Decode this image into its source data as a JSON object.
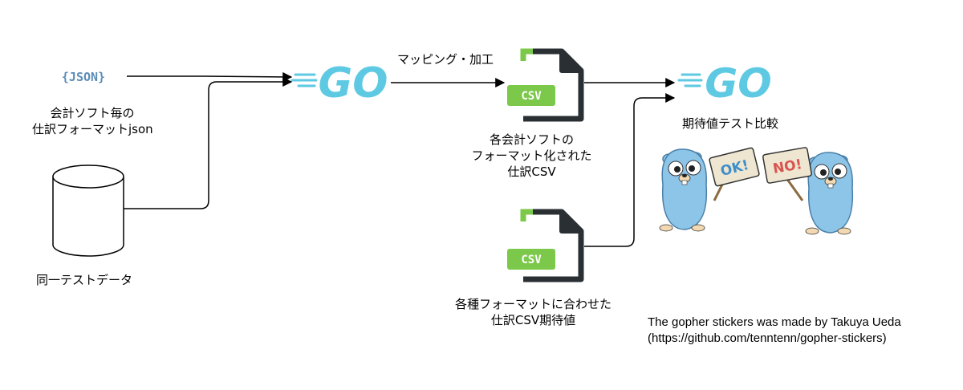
{
  "json_badge": "{JSON}",
  "go_logo_text": "GO",
  "csv_badge": "CSV",
  "labels": {
    "json_caption_1": "会計ソフト毎の",
    "json_caption_2": "仕訳フォーマットjson",
    "db_caption": "同一テストデータ",
    "edge_mapping": "マッピング・加工",
    "csv_out_1": "各会計ソフトの",
    "csv_out_2": "フォーマット化された",
    "csv_out_3": "仕訳CSV",
    "csv_expected_1": "各種フォーマットに合わせた",
    "csv_expected_2": "仕訳CSV期待値",
    "compare_caption": "期待値テスト比較"
  },
  "stickers": {
    "ok_sign": "OK!",
    "no_sign": "NO!"
  },
  "credit": {
    "line1": "The gopher stickers was made by Takuya Ueda",
    "line2": "(https://github.com/tenntenn/gopher-stickers)"
  },
  "colors": {
    "go_blue": "#5DC9E2",
    "csv_green": "#7BC84A",
    "doc_dark": "#2A2F33",
    "gopher_body": "#8CC5E8",
    "gopher_outline": "#4A7FA8",
    "json_blue": "#5B8DB8"
  }
}
